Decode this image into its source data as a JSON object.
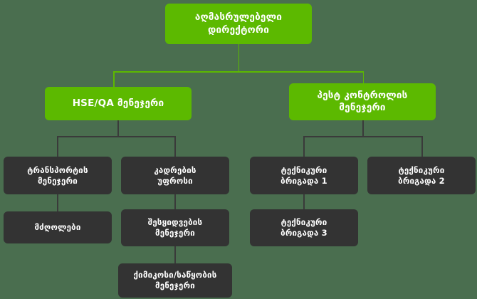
{
  "chart_data": {
    "type": "diagram",
    "title": "",
    "orientation": "top-down",
    "background_color": "#4a6e4f",
    "node_colors": {
      "executive": "#5cb900",
      "department": "#333333"
    },
    "edge_colors": {
      "executive": "#5cb900",
      "department": "#3a3a3a"
    },
    "nodes": [
      {
        "id": "ceo",
        "label": "აღმასრულებელი\nდირექტორი",
        "level": 1,
        "color": "#5cb900",
        "parent": null
      },
      {
        "id": "hse",
        "label": "HSE/QA მენეჯერი",
        "level": 2,
        "color": "#5cb900",
        "parent": "ceo"
      },
      {
        "id": "pest",
        "label": "პესტ კონტროლის\nმენეჯერი",
        "level": 2,
        "color": "#5cb900",
        "parent": "ceo"
      },
      {
        "id": "transport",
        "label": "ტრანსპორტის\nმენეჯერი",
        "level": 3,
        "color": "#333333",
        "parent": "hse"
      },
      {
        "id": "hr",
        "label": "კადრების\nუფროსი",
        "level": 3,
        "color": "#333333",
        "parent": "hse"
      },
      {
        "id": "brigade1",
        "label": "ტექნიკური\nბრიგადა 1",
        "level": 3,
        "color": "#333333",
        "parent": "pest"
      },
      {
        "id": "brigade2",
        "label": "ტექნიკური\nბრიგადა 2",
        "level": 3,
        "color": "#333333",
        "parent": "pest"
      },
      {
        "id": "drivers",
        "label": "მძღოლები",
        "level": 4,
        "color": "#333333",
        "parent": "transport"
      },
      {
        "id": "procurement",
        "label": "შესყიდვების\nმენეჯერი",
        "level": 4,
        "color": "#333333",
        "parent": "hr"
      },
      {
        "id": "brigade3",
        "label": "ტექნიკური\nბრიგადა 3",
        "level": 4,
        "color": "#333333",
        "parent": "brigade1"
      },
      {
        "id": "chemist",
        "label": "ქიმიკოსი/საწყობის\nმენეჯერი",
        "level": 5,
        "color": "#333333",
        "parent": "procurement"
      }
    ],
    "edges": [
      {
        "from": "ceo",
        "to": "hse"
      },
      {
        "from": "ceo",
        "to": "pest"
      },
      {
        "from": "hse",
        "to": "transport"
      },
      {
        "from": "hse",
        "to": "hr"
      },
      {
        "from": "pest",
        "to": "brigade1"
      },
      {
        "from": "pest",
        "to": "brigade2"
      },
      {
        "from": "transport",
        "to": "drivers"
      },
      {
        "from": "hr",
        "to": "procurement"
      },
      {
        "from": "brigade1",
        "to": "brigade3"
      },
      {
        "from": "procurement",
        "to": "chemist"
      }
    ]
  },
  "chart": {
    "ceo": {
      "label": "აღმასრულებელი\nდირექტორი"
    },
    "hse": {
      "label": "HSE/QA მენეჯერი"
    },
    "pest": {
      "label": "პესტ კონტროლის\nმენეჯერი"
    },
    "transport": {
      "label": "ტრანსპორტის\nმენეჯერი"
    },
    "hr": {
      "label": "კადრების\nუფროსი"
    },
    "brigade1": {
      "label": "ტექნიკური\nბრიგადა 1"
    },
    "brigade2": {
      "label": "ტექნიკური\nბრიგადა 2"
    },
    "drivers": {
      "label": "მძღოლები"
    },
    "procurement": {
      "label": "შესყიდვების\nმენეჯერი"
    },
    "brigade3": {
      "label": "ტექნიკური\nბრიგადა 3"
    },
    "chemist": {
      "label": "ქიმიკოსი/საწყობის\nმენეჯერი"
    }
  }
}
